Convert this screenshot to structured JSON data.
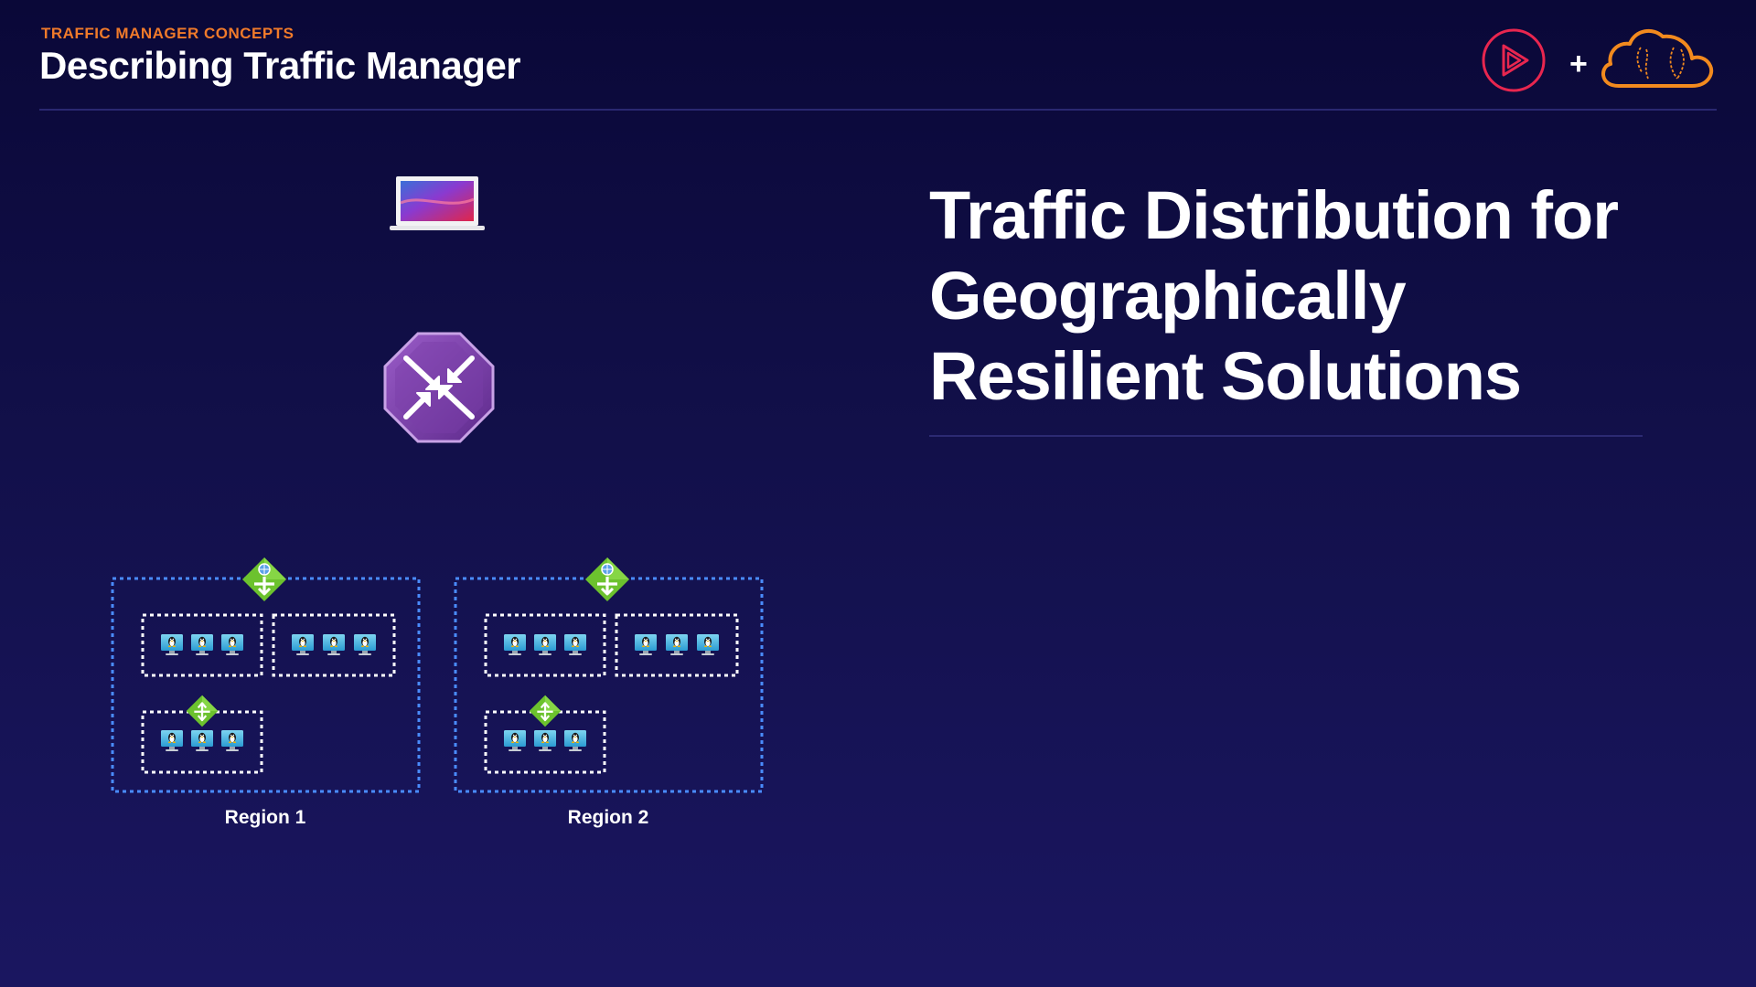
{
  "header": {
    "eyebrow": "TRAFFIC MANAGER CONCEPTS",
    "title": "Describing Traffic Manager",
    "plus": "+"
  },
  "headline": {
    "line1": "Traffic Distribution for",
    "line2": "Geographically",
    "line3": "Resilient Solutions"
  },
  "regions": [
    {
      "label": "Region 1"
    },
    {
      "label": "Region 2"
    }
  ],
  "icons": {
    "client": "laptop-icon",
    "traffic_manager": "traffic-manager-icon",
    "gateway": "load-balancer-icon",
    "vm": "linux-vm-icon",
    "brand_left": "play-logo-icon",
    "brand_right": "cloud-logo-icon"
  },
  "colors": {
    "eyebrow": "#f07a2a",
    "region_border": "#4a8cff",
    "gateway": "#6cc22e",
    "traffic_manager": "#7b3ea8",
    "play_logo": "#e8264f",
    "cloud_logo": "#f28a1e"
  }
}
